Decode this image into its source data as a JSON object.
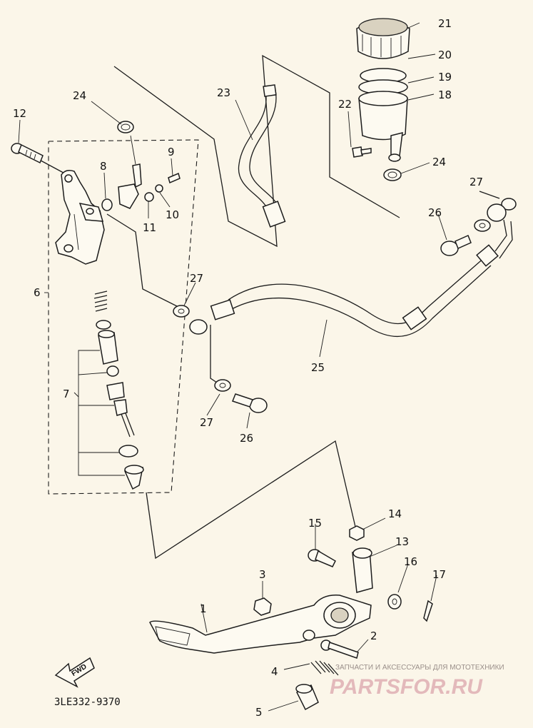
{
  "diagram": {
    "drawing_code": "3LE332-9370",
    "direction_label": "FWD",
    "labels": {
      "p1": "1",
      "p2": "2",
      "p3": "3",
      "p4": "4",
      "p5": "5",
      "p6": "6",
      "p7": "7",
      "p8": "8",
      "p9": "9",
      "p10": "10",
      "p11": "11",
      "p12": "12",
      "p13": "13",
      "p14": "14",
      "p15": "15",
      "p16": "16",
      "p17": "17",
      "p18": "18",
      "p19": "19",
      "p20": "20",
      "p21": "21",
      "p22": "22",
      "p23": "23",
      "p24a": "24",
      "p24b": "24",
      "p25": "25",
      "p26a": "26",
      "p26b": "26",
      "p27a": "27",
      "p27b": "27",
      "p27c": "27"
    },
    "watermark": {
      "tagline": "ЗАПЧАСТИ И АКСЕССУАРЫ ДЛЯ МОТОТЕХНИКИ",
      "brand": "PARTSFOR.RU"
    }
  }
}
